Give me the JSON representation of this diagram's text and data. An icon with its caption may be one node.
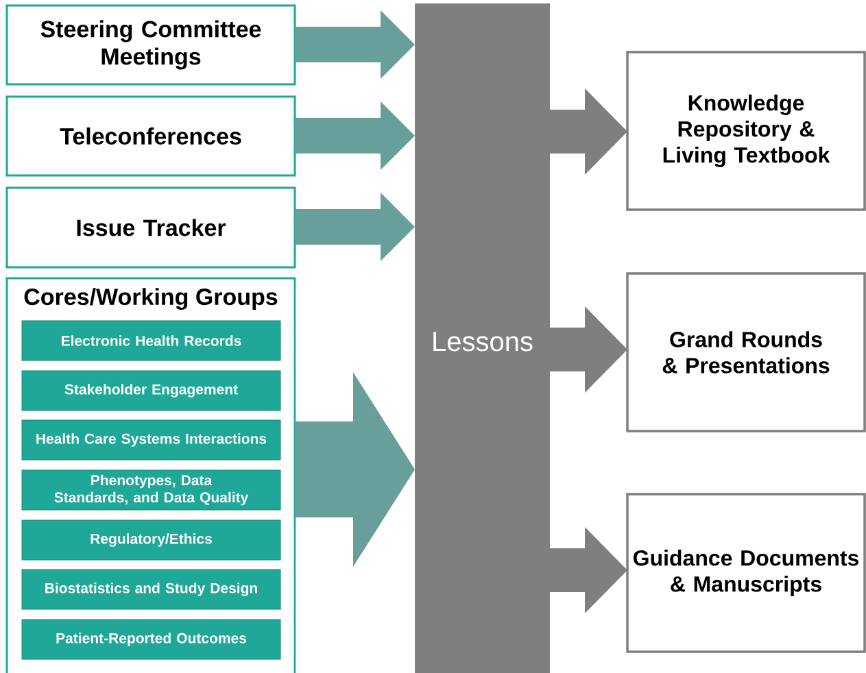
{
  "diagram": {
    "nodes": [
      {
        "text": [
          "Steering Committee Meetings"
        ]
      },
      {
        "text": [
          "Teleconferences"
        ]
      },
      {
        "text": [
          "Issue Tracker"
        ]
      },
      {
        "text": [
          "Cores/Working Groups"
        ]
      },
      {
        "text": [
          "Electronic Health Records"
        ],
        "in": 3
      },
      {
        "text": [
          "Stakeholder Engagement"
        ],
        "in": 3
      },
      {
        "text": [
          "Health Care Systems Interactions"
        ],
        "in": 3
      },
      {
        "text": [
          "Phenotypes, Data Standards, and Data Quality"
        ],
        "in": 3
      },
      {
        "text": [
          "Regulatory/Ethics"
        ],
        "in": 3
      },
      {
        "text": [
          "Biostatistics and Study Design"
        ],
        "in": 3
      },
      {
        "text": [
          "Patient-Reported Outcomes"
        ],
        "in": 3
      },
      {
        "text": [
          "Lessons"
        ]
      },
      {
        "text": [
          "Knowledge Repository & Living Textbook"
        ]
      },
      {
        "text": [
          "Grand Rounds & Presentations"
        ]
      },
      {
        "text": [
          "Guidance Documents & Manuscripts"
        ]
      }
    ],
    "edges": [
      {
        "from": 0,
        "to": 11,
        "arrow": "to"
      },
      {
        "from": 1,
        "to": 11,
        "arrow": "to"
      },
      {
        "from": 2,
        "to": 11,
        "arrow": "to"
      },
      {
        "from": 3,
        "to": 11,
        "arrow": "to",
        "style": "thick"
      },
      {
        "from": 11,
        "to": 12,
        "arrow": "to",
        "color": "#7f7f7f"
      },
      {
        "from": 11,
        "to": 13,
        "arrow": "to",
        "color": "#7f7f7f"
      },
      {
        "from": 11,
        "to": 14,
        "arrow": "to",
        "color": "#7f7f7f"
      }
    ]
  }
}
